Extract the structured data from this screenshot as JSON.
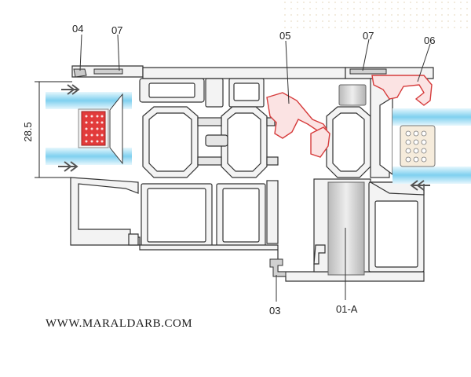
{
  "labels": {
    "l04": "04",
    "l07_left": "07",
    "l05": "05",
    "l07_right": "07",
    "l06": "06",
    "l03": "03",
    "l01a": "01-A",
    "dim": "28.5"
  },
  "website": "WWW.MARALDARB.COM",
  "colors": {
    "profile_fill": "#f3f3f3",
    "profile_stroke": "#333333",
    "glass": "#bfe9f7",
    "glass_edge": "#66c6ea",
    "gasket_red": "#e04a4a",
    "gasket_red_fill": "#f6d1d1",
    "insert_grey": "#cfcfcf",
    "dots": "#f2e8d8"
  }
}
